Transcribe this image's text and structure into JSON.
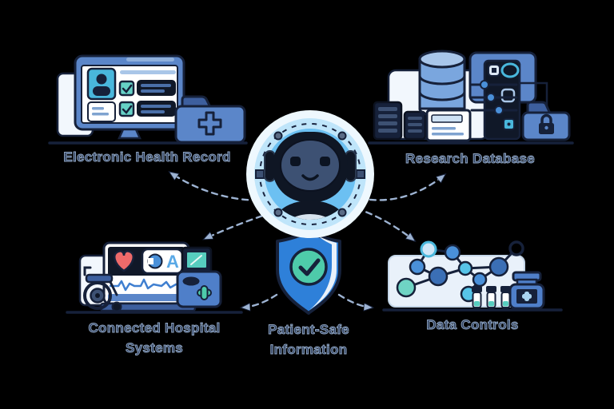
{
  "diagram": {
    "background": "#000000",
    "nodes": [
      {
        "id": "electronic-health-record",
        "label": "Electronic Health Record"
      },
      {
        "id": "research-database",
        "label": "Research Database"
      },
      {
        "id": "connected-hospital-systems",
        "label": "Connected Hospital Systems"
      },
      {
        "id": "patient-safe-information",
        "label": "Patient-Safe Information"
      },
      {
        "id": "data-controls",
        "label": "Data Controls"
      }
    ],
    "center_node": {
      "id": "ai-assistant-robot"
    },
    "hospital_monitor_letter": "A",
    "edges": [
      {
        "from": "ai-assistant-robot",
        "to": "electronic-health-record",
        "style": "dashed-curved-arrow"
      },
      {
        "from": "ai-assistant-robot",
        "to": "research-database",
        "style": "dashed-curved-arrow"
      },
      {
        "from": "ai-assistant-robot",
        "to": "connected-hospital-systems",
        "style": "dashed-curved-arrow"
      },
      {
        "from": "ai-assistant-robot",
        "to": "data-controls",
        "style": "dashed-curved-arrow"
      },
      {
        "from": "patient-safe-information",
        "to": "connected-hospital-systems",
        "style": "dashed-arrow"
      },
      {
        "from": "patient-safe-information",
        "to": "data-controls",
        "style": "dashed-arrow"
      }
    ],
    "colors": {
      "outline": "#16213a",
      "primary_blue": "#5b86c9",
      "light_blue": "#a9c6e8",
      "cyan": "#49b7dc",
      "teal": "#5fd0c5",
      "shield_blue": "#2e80d9",
      "shield_check_green": "#4ecbaa",
      "glow_blue": "#6cc0f2",
      "heart_red": "#ee6a6a",
      "label_text": "#2e3f5e",
      "arrow": "#9db3d2"
    }
  }
}
